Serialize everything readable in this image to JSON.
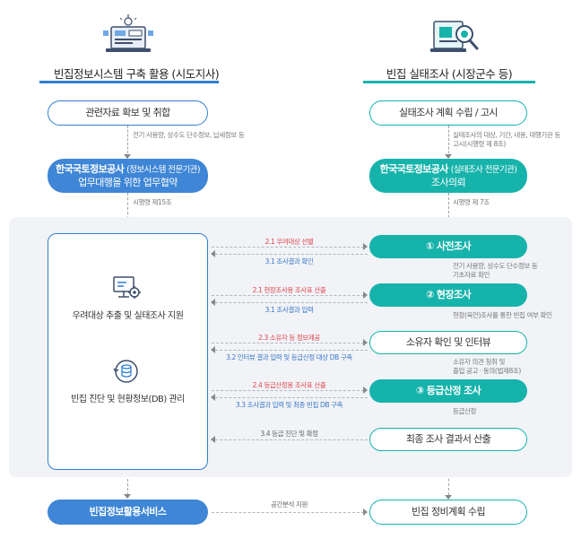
{
  "left": {
    "title": "빈집정보시스템 구축 활용 (시도지사)",
    "step1": "관련자료 확보 및 취합",
    "note1": "전기 사용량, 상수도 단수정보, 납세정보 등",
    "step2_bold": "한국국토정보공사",
    "step2_small": "(정보시스템 전문기관)",
    "step2_line2": "업무대행을 위한 업무협약",
    "note2": "시행령 제15조",
    "support1": "우려대상 추출 및 실태조사 지원",
    "support2": "빈집 진단 및 현황정보(DB) 관리",
    "bottom": "빈집정보활용서비스"
  },
  "right": {
    "title": "빈집 실태조사 (시장군수 등)",
    "step1": "실태조사 계획 수립 / 고시",
    "note1_line1": "실태조사의 대상, 기간, 내용, 대행기관 등",
    "note1_line2": "고시(시행령 제 8조)",
    "step2_bold": "한국국토정보공사",
    "step2_small": "(실태조사 전문기관)",
    "step2_line2": "조사의뢰",
    "note2": "시행령 제 7조",
    "stage1": "① 사전조사",
    "note_s1_line1": "전기 사용량, 상수도 단수정보 등",
    "note_s1_line2": "기초자료 확인",
    "stage2": "② 현장조사",
    "note_s2": "현장(육안)조사를 통한 빈집 여부 확인",
    "owner": "소유자 확인 및 인터뷰",
    "note_owner_line1": "소유자 의견 청취 및",
    "note_owner_line2": "출입 공고 · 동의(법제8조)",
    "stage3": "③ 등급산정 조사",
    "note_s3": "등급산정",
    "final": "최종 조사 결과서 산출",
    "bottom": "빈집 정비계획 수립"
  },
  "arrows": {
    "a21": "2.1 우려대상 선별",
    "a31": "3.1 조사결과 확인",
    "a21b": "2.1 현장조사용 조사표 산출",
    "a31b": "3.1 조사결과 입력",
    "a23": "2.3 소유자 등 정보제공",
    "a32": "3.2 인터뷰 결과 입력 및 등급산정 대상 DB 구축",
    "a24": "2.4 등급산정용 조사표 산출",
    "a33": "3.3 조사결과 입력 및 최종 빈집 DB 구축",
    "a34": "3.4 등급 진단 및 확정",
    "spatial": "공간분석 지원"
  },
  "colors": {
    "blue": "#3f86d6",
    "teal": "#16b3ab",
    "red_label": "#e0454d",
    "blue_label": "#3a78c6"
  },
  "icons": [
    "computer-system-icon",
    "magnifier-survey-icon",
    "monitor-gear-icon",
    "database-refresh-icon"
  ]
}
